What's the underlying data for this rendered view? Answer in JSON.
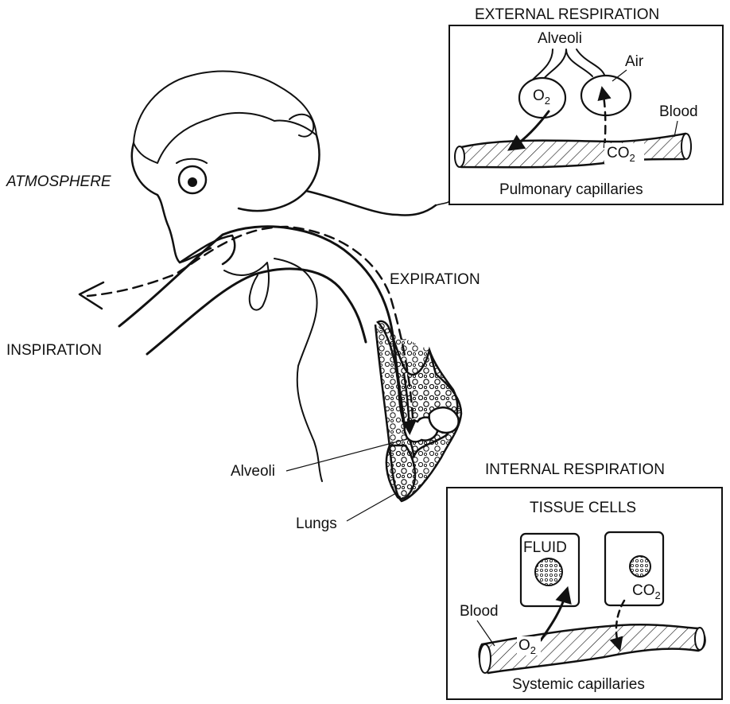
{
  "labels": {
    "atmosphere": "ATMOSPHERE",
    "inspiration": "INSPIRATION",
    "expiration": "EXPIRATION",
    "alveoli_body": "Alveoli",
    "lungs": "Lungs"
  },
  "external_panel": {
    "title": "EXTERNAL RESPIRATION",
    "alveoli": "Alveoli",
    "air": "Air",
    "blood": "Blood",
    "o2": "O",
    "o2_sub": "2",
    "co2": "CO",
    "co2_sub": "2",
    "caption": "Pulmonary capillaries"
  },
  "internal_panel": {
    "title": "INTERNAL RESPIRATION",
    "tissue_cells": "TISSUE CELLS",
    "fluid": "FLUID",
    "blood": "Blood",
    "o2": "O",
    "o2_sub": "2",
    "co2": "CO",
    "co2_sub": "2",
    "caption": "Systemic capillaries"
  }
}
